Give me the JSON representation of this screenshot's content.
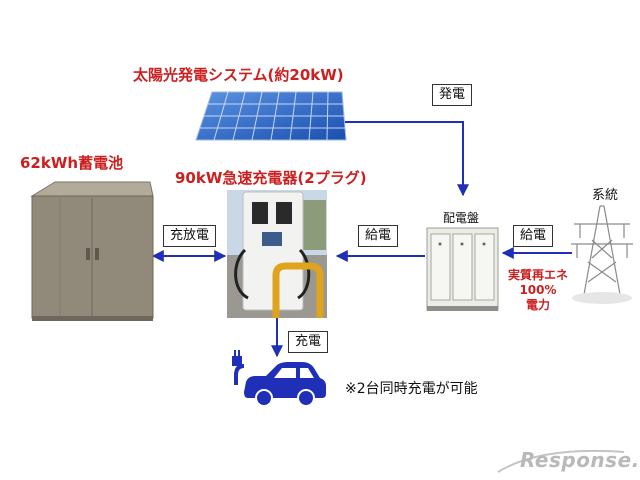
{
  "solar": {
    "title": "太陽光発電システム(約20kW)"
  },
  "battery": {
    "title": "62kWh蓄電池"
  },
  "charger": {
    "title": "90kW急速充電器(2プラグ)"
  },
  "flows": {
    "generation": "発電",
    "supply_left": "給電",
    "supply_right": "給電",
    "charge_discharge": "充放電",
    "charging": "充電"
  },
  "switchboard": {
    "label": "配電盤"
  },
  "grid": {
    "label": "系統"
  },
  "renewable": {
    "line1": "実質再エネ",
    "line2": "100%",
    "line3": "電力"
  },
  "note": "※2台同時充電が可能",
  "watermark": "Response."
}
